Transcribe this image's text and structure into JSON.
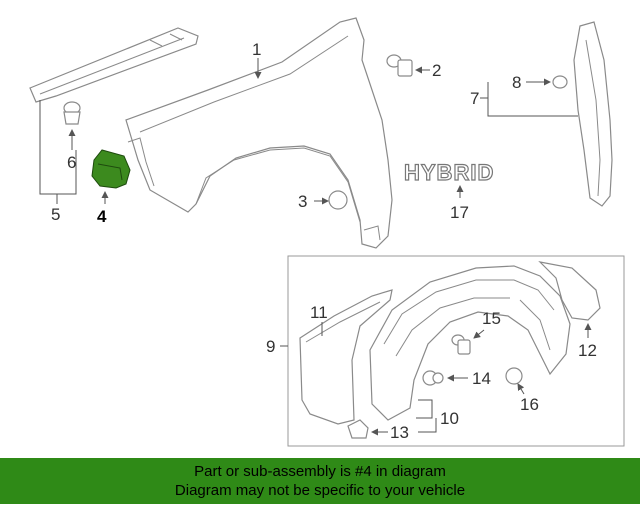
{
  "diagram": {
    "callouts": [
      {
        "id": "1",
        "text": "1"
      },
      {
        "id": "2",
        "text": "2"
      },
      {
        "id": "3",
        "text": "3"
      },
      {
        "id": "4",
        "text": "4"
      },
      {
        "id": "5",
        "text": "5"
      },
      {
        "id": "6",
        "text": "6"
      },
      {
        "id": "7",
        "text": "7"
      },
      {
        "id": "8",
        "text": "8"
      },
      {
        "id": "9",
        "text": "9"
      },
      {
        "id": "10",
        "text": "10"
      },
      {
        "id": "11",
        "text": "11"
      },
      {
        "id": "12",
        "text": "12"
      },
      {
        "id": "13",
        "text": "13"
      },
      {
        "id": "14",
        "text": "14"
      },
      {
        "id": "15",
        "text": "15"
      },
      {
        "id": "16",
        "text": "16"
      },
      {
        "id": "17",
        "text": "17"
      }
    ],
    "emblem_text": "HYBRID",
    "highlight_color": "#3c8a1e"
  },
  "footer": {
    "line1": "Part or sub-assembly is #4 in diagram",
    "line2": "Diagram may not be specific to your vehicle",
    "background": "#2f8a17"
  }
}
